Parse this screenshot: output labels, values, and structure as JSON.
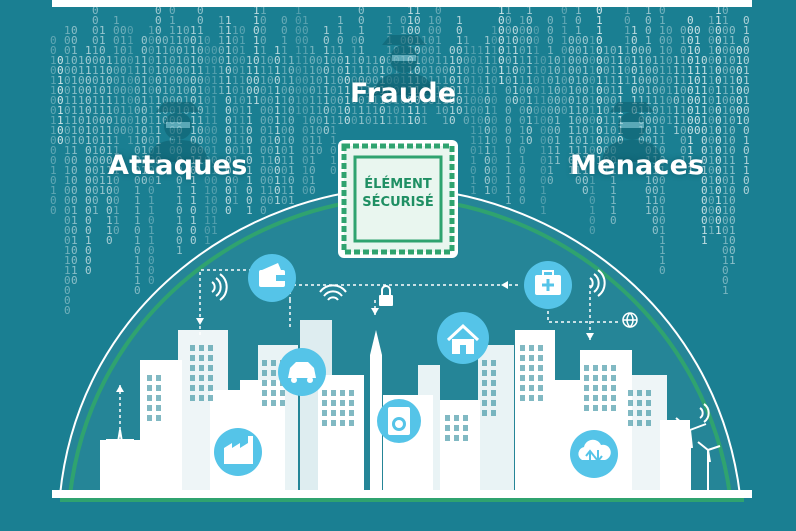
{
  "labels": {
    "fraude": "Fraude",
    "attaques": "Attaques",
    "menaces": "Menaces"
  },
  "chip": {
    "line1": "ÉLÉMENT",
    "line2": "SÉCURISÉ"
  },
  "icons": [
    "hacker-icon",
    "wallet-icon",
    "car-icon",
    "lock-icon",
    "home-icon",
    "medical-kit-icon",
    "washing-machine-icon",
    "factory-icon",
    "cloud-transfer-icon",
    "globe-icon",
    "wifi-icon",
    "power-pylon-icon",
    "wind-turbine-icon"
  ],
  "colors": {
    "background": "#1a7f92",
    "accent_green": "#2fa36f",
    "chip_fill": "#e9f6ef",
    "city": "#ffffff",
    "icon_circle": "#55c4e8"
  }
}
